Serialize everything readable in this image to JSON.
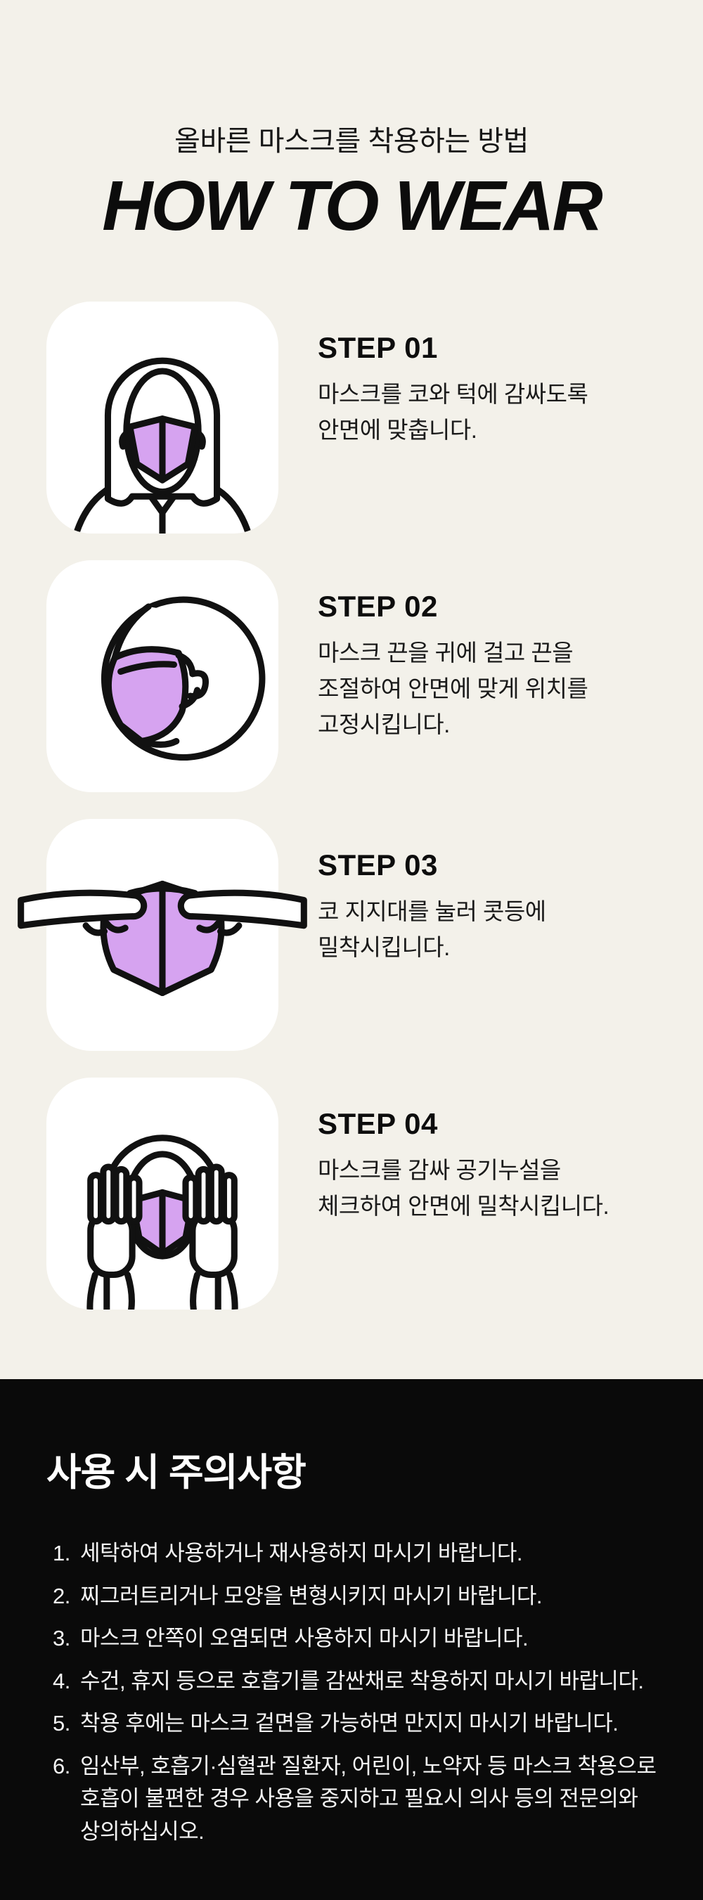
{
  "page": {
    "subtitle": "올바른 마스크를 착용하는 방법",
    "title": "HOW TO WEAR"
  },
  "steps": [
    {
      "label": "STEP 01",
      "description": "마스크를 코와 턱에 감싸도록\n안면에 맞춥니다.",
      "icon": "face-front-mask-icon"
    },
    {
      "label": "STEP 02",
      "description": "마스크 끈을 귀에 걸고 끈을\n조절하여 안면에 맞게 위치를\n고정시킵니다.",
      "icon": "face-profile-strap-icon"
    },
    {
      "label": "STEP 03",
      "description": "코 지지대를 눌러 콧등에\n밀착시킵니다.",
      "icon": "nose-wire-press-icon"
    },
    {
      "label": "STEP 04",
      "description": "마스크를 감싸 공기누설을\n체크하여 안면에 밀착시킵니다.",
      "icon": "seal-check-hands-icon"
    }
  ],
  "caution": {
    "title": "사용 시 주의사항",
    "items": [
      "세탁하여 사용하거나 재사용하지 마시기 바랍니다.",
      "찌그러트리거나 모양을 변형시키지 마시기 바랍니다.",
      "마스크 안쪽이 오염되면 사용하지 마시기 바랍니다.",
      "수건, 휴지 등으로 호흡기를 감싼채로 착용하지 마시기 바랍니다.",
      "착용 후에는 마스크 겉면을 가능하면 만지지 마시기 바랍니다.",
      "임산부, 호흡기·심혈관 질환자, 어린이, 노약자 등 마스크 착용으로\n호흡이 불편한 경우 사용을 중지하고 필요시 의사 등의 전문의와\n상의하십시오."
    ]
  },
  "colors": {
    "background": "#f3f1ea",
    "ink": "#121212",
    "mask_purple": "#d6a3f0",
    "icon_box": "#ffffff",
    "caution_background": "#0a0a0a",
    "caution_text": "#ffffff"
  }
}
